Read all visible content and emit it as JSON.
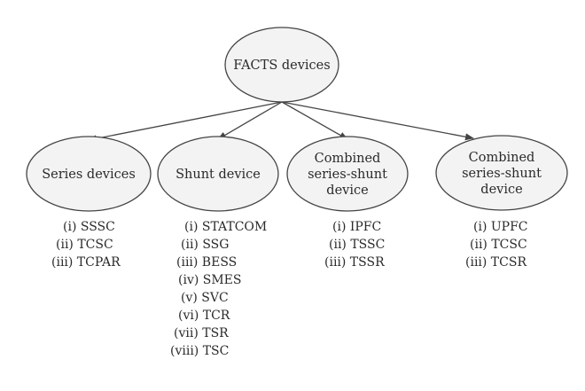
{
  "root": {
    "label": "FACTS devices"
  },
  "categories": [
    {
      "label_lines": [
        "Series devices"
      ],
      "items": [
        "(i) SSSC",
        "(ii) TCSC",
        "(iii) TCPAR"
      ]
    },
    {
      "label_lines": [
        "Shunt device"
      ],
      "items": [
        "(i) STATCOM",
        "(ii) SSG",
        "(iii) BESS",
        "(iv) SMES",
        "(v) SVC",
        "(vi) TCR",
        "(vii) TSR",
        "(viii) TSC"
      ]
    },
    {
      "label_lines": [
        "Combined",
        "series-shunt",
        "device"
      ],
      "items": [
        "(i) IPFC",
        "(ii) TSSC",
        "(iii) TSSR"
      ]
    },
    {
      "label_lines": [
        "Combined",
        "series-shunt",
        "device"
      ],
      "items": [
        "(i) UPFC",
        "(ii) TCSC",
        "(iii) TCSR"
      ]
    }
  ],
  "colors": {
    "ellipse_fill": "#f3f3f3",
    "stroke": "#444444",
    "text": "#2a2a2a"
  }
}
